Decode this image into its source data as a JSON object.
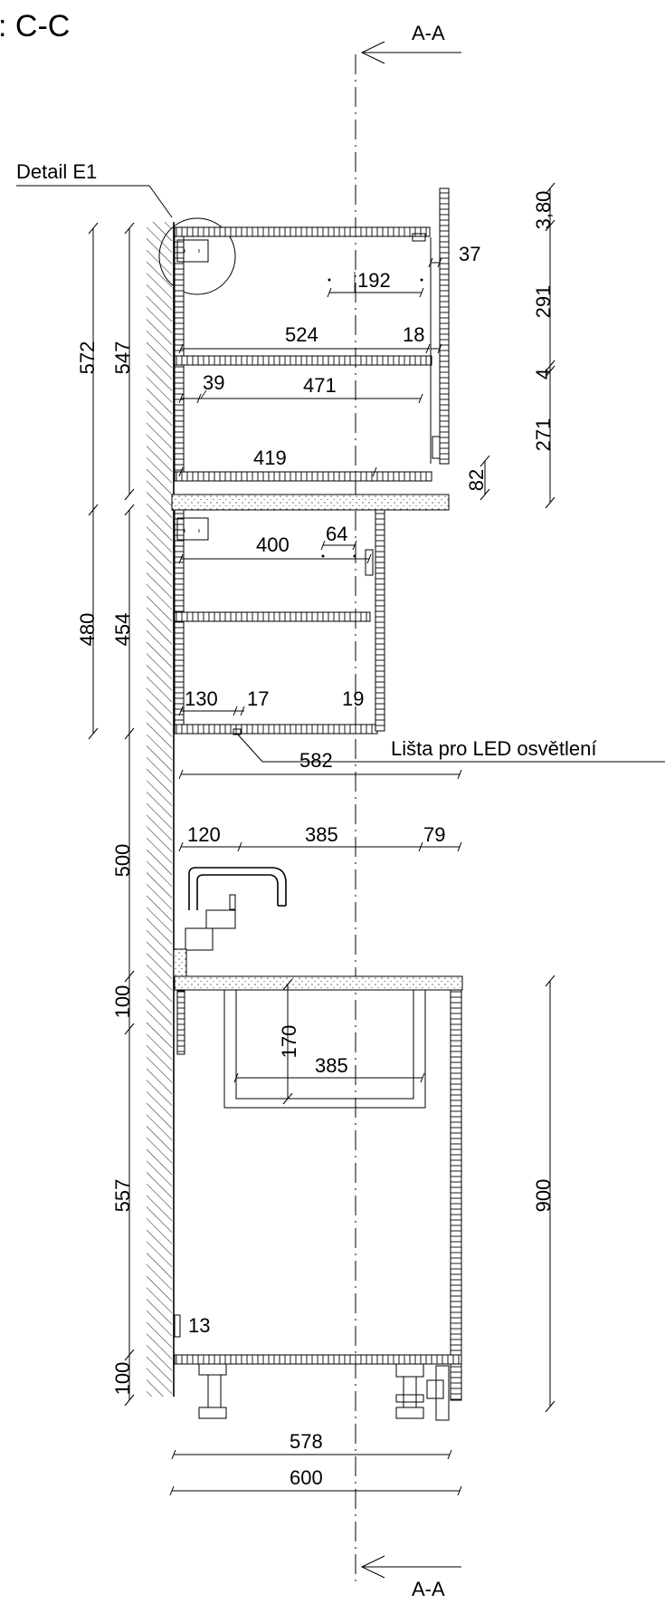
{
  "title": ": C-C",
  "section_marks": {
    "top": "A-A",
    "bottom": "A-A"
  },
  "callouts": {
    "detail": "Detail E1",
    "led": "Lišta pro LED osvětlení"
  },
  "dims": {
    "left_outer_upper": "572",
    "left_inner_upper": "547",
    "left_outer_middle": "480",
    "left_inner_middle": "454",
    "left_worktop_gap": "500",
    "left_plinth_top": "100",
    "left_base": "557",
    "left_plinth_bottom": "100",
    "right_top": "3,80",
    "right_upper": "291",
    "right_shelf": "4",
    "right_lower": "271",
    "right_base": "900",
    "u_37": "37",
    "u_192": "192",
    "u_524": "524",
    "u_18": "18",
    "u_39": "39",
    "u_471": "471",
    "u_419": "419",
    "u_82": "82",
    "m_64": "64",
    "m_400": "400",
    "m_130": "130",
    "m_17": "17",
    "m_19": "19",
    "w_582": "582",
    "w_120": "120",
    "w_385": "385",
    "w_79": "79",
    "s_170": "170",
    "s_385": "385",
    "b_13": "13",
    "b_578": "578",
    "b_600": "600"
  }
}
